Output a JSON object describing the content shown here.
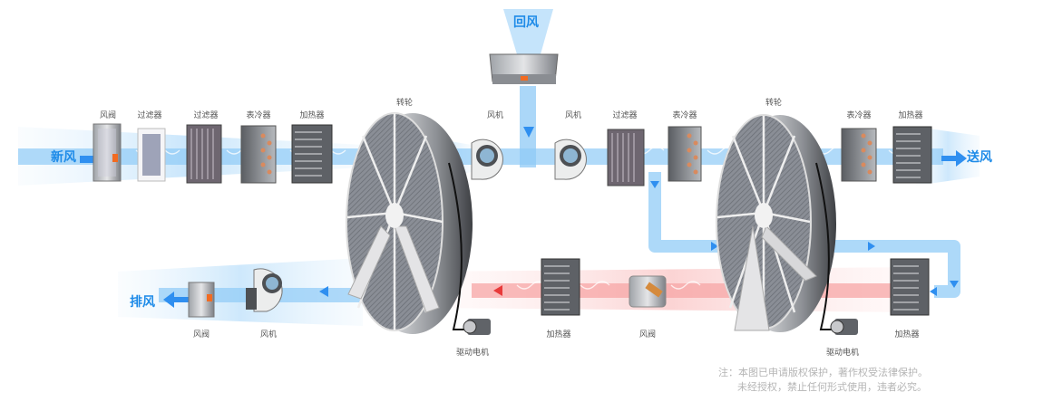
{
  "air_labels": {
    "fresh_air": "新风",
    "return_air": "回风",
    "supply_air": "送风",
    "exhaust_air": "排风"
  },
  "top_row": [
    {
      "id": "damper-1",
      "label": "风阀"
    },
    {
      "id": "filter-1",
      "label": "过滤器"
    },
    {
      "id": "filter-2",
      "label": "过滤器"
    },
    {
      "id": "cooling-coil-1",
      "label": "表冷器"
    },
    {
      "id": "heater-1",
      "label": "加热器"
    },
    {
      "id": "wheel-1",
      "label": "转轮"
    },
    {
      "id": "fan-1",
      "label": "风机"
    },
    {
      "id": "fan-2",
      "label": "风机"
    },
    {
      "id": "filter-3",
      "label": "过滤器"
    },
    {
      "id": "cooling-coil-2",
      "label": "表冷器"
    },
    {
      "id": "wheel-2",
      "label": "转轮"
    },
    {
      "id": "cooling-coil-3",
      "label": "表冷器"
    },
    {
      "id": "heater-2",
      "label": "加热器"
    }
  ],
  "bottom_row": [
    {
      "id": "damper-2",
      "label": "风阀"
    },
    {
      "id": "fan-3",
      "label": "风机"
    },
    {
      "id": "motor-1",
      "label": "驱动电机"
    },
    {
      "id": "heater-3",
      "label": "加热器"
    },
    {
      "id": "damper-3",
      "label": "风阀"
    },
    {
      "id": "motor-2",
      "label": "驱动电机"
    },
    {
      "id": "heater-4",
      "label": "加热器"
    }
  ],
  "note": {
    "line1": "注：本图已申请版权保护，著作权受法律保护。",
    "line2": "未经授权，禁止任何形式使用，违者必究。"
  },
  "colors": {
    "cold_air": "#4aa8f0",
    "hot_air": "#f06a6a",
    "accent_text": "#1e8be8",
    "wheel_face": "#8a8e96",
    "wheel_rim": "#9a9ca0"
  }
}
